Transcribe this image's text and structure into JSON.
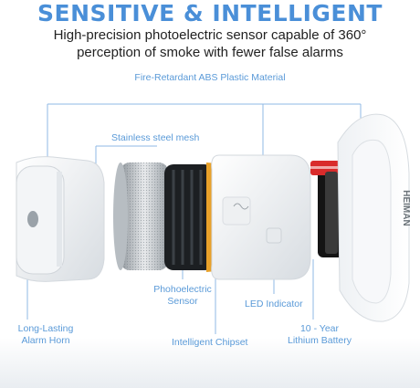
{
  "headline": "SENSITIVE & INTELLIGENT",
  "subtitle": {
    "line1": "High-precision photoelectric sensor capable of 360°",
    "line2": "perception of smoke with fewer false alarms"
  },
  "labels": {
    "material": "Fire-Retardant ABS Plastic Material",
    "mesh": "Stainless steel mesh",
    "sensor_line1": "Phohoelectric",
    "sensor_line2": "Sensor",
    "led": "LED Indicator",
    "horn_line1": "Long-Lasting",
    "horn_line2": "Alarm Horn",
    "chipset": "Intelligent Chipset",
    "battery_line1": "10 - Year",
    "battery_line2": "Lithium Battery"
  },
  "brand": "HEIMAN",
  "colors": {
    "accent": "#4a8fd8",
    "battery_red": "#d92b2b",
    "pcb_orange": "#e8a12a"
  }
}
